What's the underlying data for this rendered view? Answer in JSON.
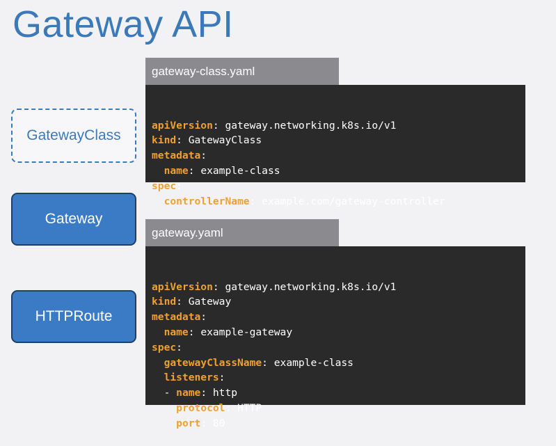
{
  "title": "Gateway API",
  "resources": {
    "gateway_class": "GatewayClass",
    "gateway": "Gateway",
    "http_route": "HTTPRoute"
  },
  "files": [
    {
      "filename": "gateway-class.yaml",
      "lines": [
        {
          "indent": "",
          "key": "apiVersion",
          "sep": ": ",
          "value": "gateway.networking.k8s.io/v1"
        },
        {
          "indent": "",
          "key": "kind",
          "sep": ": ",
          "value": "GatewayClass"
        },
        {
          "indent": "",
          "key": "metadata",
          "sep": ":",
          "value": ""
        },
        {
          "indent": "  ",
          "key": "name",
          "sep": ": ",
          "value": "example-class"
        },
        {
          "indent": "",
          "key": "spec",
          "sep": ":",
          "value": ""
        },
        {
          "indent": "  ",
          "key": "controllerName",
          "sep": ": ",
          "value": "example.com/gateway-controller"
        }
      ]
    },
    {
      "filename": "gateway.yaml",
      "lines": [
        {
          "indent": "",
          "key": "apiVersion",
          "sep": ": ",
          "value": "gateway.networking.k8s.io/v1"
        },
        {
          "indent": "",
          "key": "kind",
          "sep": ": ",
          "value": "Gateway"
        },
        {
          "indent": "",
          "key": "metadata",
          "sep": ":",
          "value": ""
        },
        {
          "indent": "  ",
          "key": "name",
          "sep": ": ",
          "value": "example-gateway"
        },
        {
          "indent": "",
          "key": "spec",
          "sep": ":",
          "value": ""
        },
        {
          "indent": "  ",
          "key": "gatewayClassName",
          "sep": ": ",
          "value": "example-class"
        },
        {
          "indent": "  ",
          "key": "listeners",
          "sep": ":",
          "value": ""
        },
        {
          "indent": "  - ",
          "key": "name",
          "sep": ": ",
          "value": "http"
        },
        {
          "indent": "    ",
          "key": "protocol",
          "sep": ": ",
          "value": "HTTP"
        },
        {
          "indent": "    ",
          "key": "port",
          "sep": ": ",
          "value": "80"
        }
      ]
    }
  ]
}
